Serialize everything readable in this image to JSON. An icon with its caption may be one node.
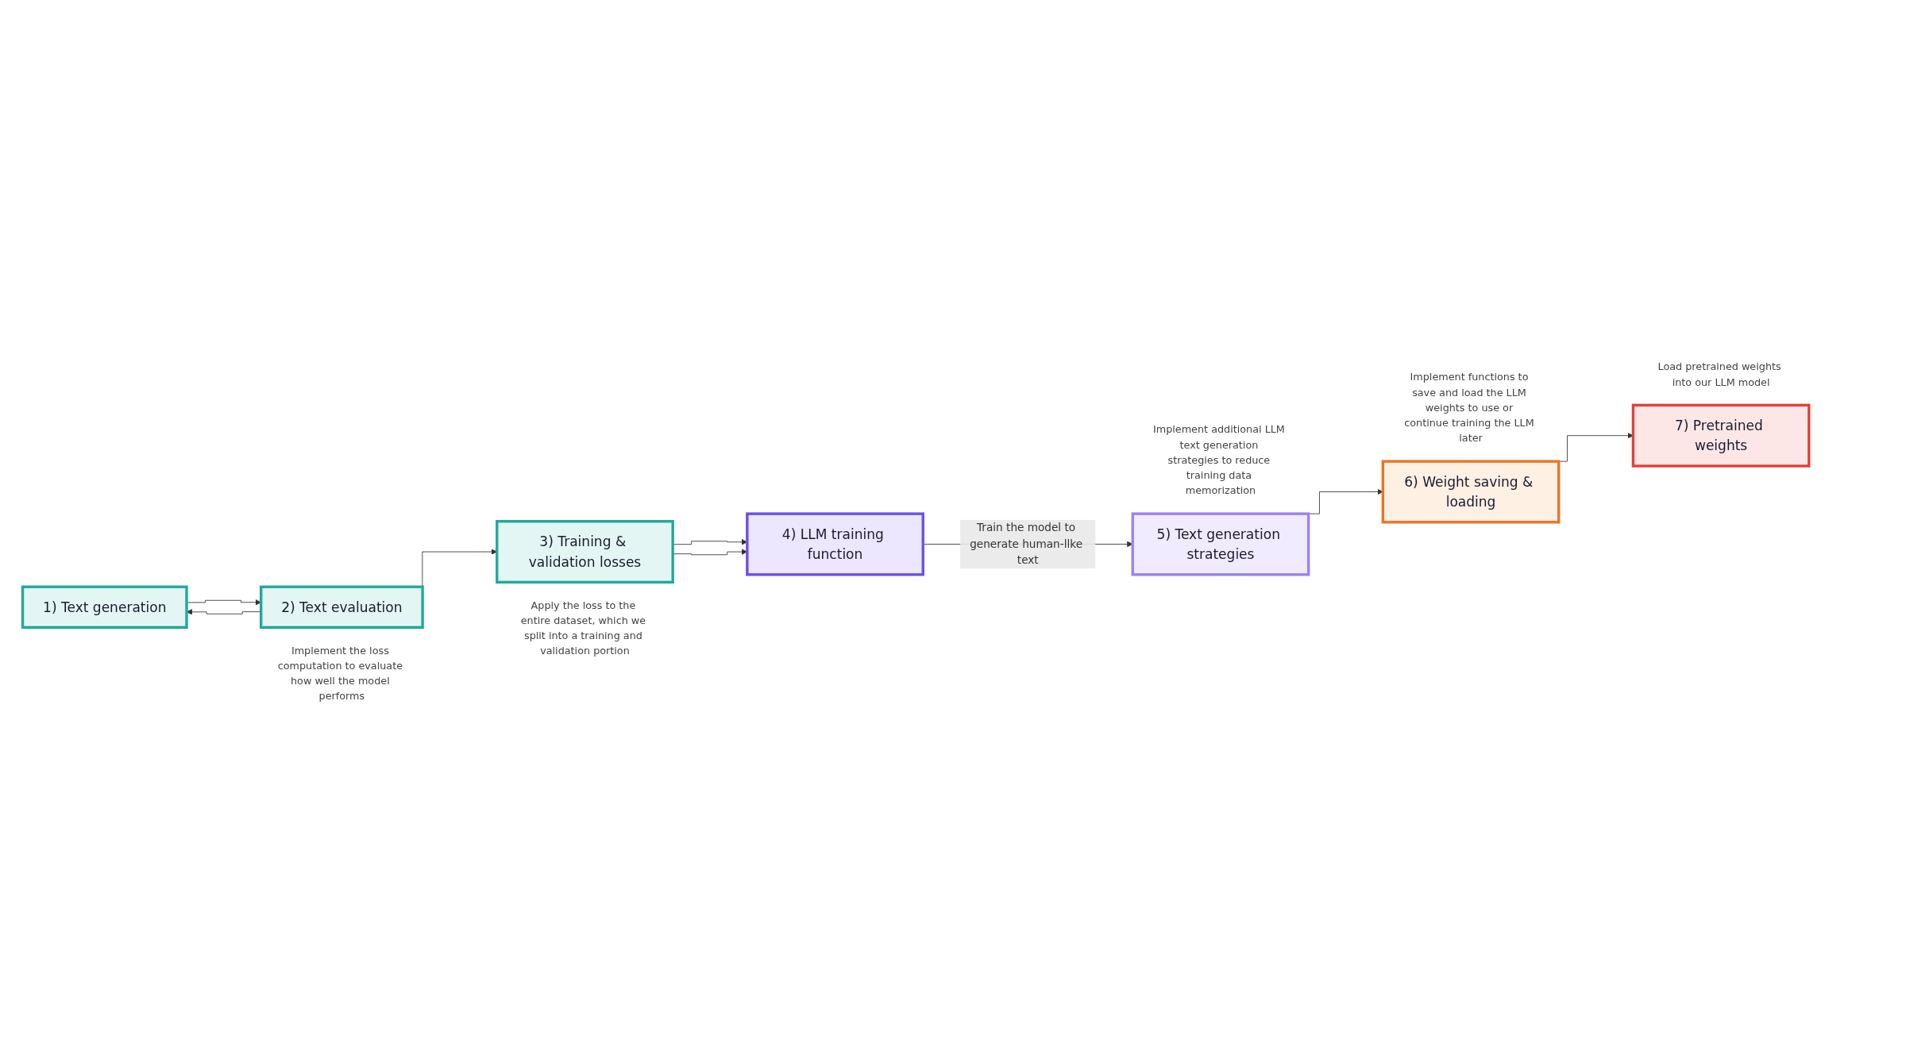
{
  "diagram": {
    "nodes": [
      {
        "text": [
          "1) Text generation"
        ]
      },
      {
        "text": [
          "2) Text evaluation"
        ],
        "beside": [
          "Implement the loss computation to evaluate how well the model performs"
        ]
      },
      {
        "text": [
          "3) Training & validation losses"
        ],
        "beside": [
          "Apply the loss to the entire dataset, which we split into a training and validation portion"
        ]
      },
      {
        "text": [
          "4) LLM training function"
        ]
      },
      {
        "text": [
          "5) Text generation strategies"
        ],
        "beside": [
          "Implement additional LLM text generation strategies to reduce training data memorization"
        ]
      },
      {
        "text": [
          "6) Weight saving & loading"
        ],
        "beside": [
          "Implement functions to save and load the LLM weights to use or continue training the LLM later"
        ]
      },
      {
        "text": [
          "7) Pretrained weights"
        ],
        "beside": [
          "Load pretrained weights into our LLM model"
        ]
      }
    ],
    "edges": [
      {
        "from": 1,
        "to": 0,
        "arrow": "to"
      },
      {
        "from": 0,
        "to": 1,
        "arrow": "to"
      },
      {
        "from": 1,
        "to": 2,
        "arrow": "to"
      },
      {
        "from": 2,
        "to": 3,
        "arrow": "to"
      },
      {
        "from": 2,
        "to": 3,
        "arrow": "to"
      },
      {
        "from": 3,
        "to": 4,
        "arrow": "to",
        "label": "Train the model to generate human-llke text"
      },
      {
        "from": 4,
        "to": 5,
        "arrow": "to"
      },
      {
        "from": 5,
        "to": 6,
        "arrow": "to"
      }
    ]
  }
}
